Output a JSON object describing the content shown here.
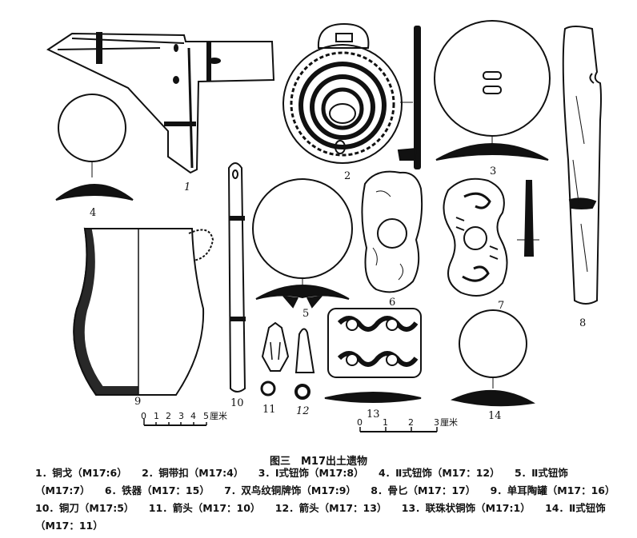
{
  "figure": {
    "title": "图三　M17出土遗物",
    "items": [
      {
        "n": "1",
        "label": "1．铜戈（M17:6）"
      },
      {
        "n": "2",
        "label": "2．铜带扣（M17:4）"
      },
      {
        "n": "3",
        "label": "3．Ⅰ式钮饰（M17:8）"
      },
      {
        "n": "4",
        "label": "4．Ⅱ式钮饰（M17：12）"
      },
      {
        "n": "5",
        "label": "5．Ⅱ式钮饰（M17:7）"
      },
      {
        "n": "6",
        "label": "6．铁器（M17：15）"
      },
      {
        "n": "7",
        "label": "7．双鸟纹铜牌饰（M17:9）"
      },
      {
        "n": "8",
        "label": "8．骨匕（M17：17）"
      },
      {
        "n": "9",
        "label": "9．单耳陶罐（M17：16）"
      },
      {
        "n": "10",
        "label": "10．铜刀（M17:5）"
      },
      {
        "n": "11",
        "label": "11．箭头（M17：10）"
      },
      {
        "n": "12",
        "label": "12．箭头（M17：13）"
      },
      {
        "n": "13",
        "label": "13．联珠状铜饰（M17:1）"
      },
      {
        "n": "14",
        "label": "14．Ⅱ式钮饰（M17：11）"
      }
    ]
  },
  "scales": {
    "left": {
      "ticks": [
        "0",
        "1",
        "2",
        "3",
        "4",
        "5"
      ],
      "unit": "厘米"
    },
    "right": {
      "ticks": [
        "0",
        "1",
        "2",
        "3"
      ],
      "unit": "厘米"
    }
  },
  "numerals": {
    "n1": "1",
    "n2": "2",
    "n3": "3",
    "n4": "4",
    "n5": "5",
    "n6": "6",
    "n7": "7",
    "n8": "8",
    "n9": "9",
    "n10": "10",
    "n11": "11",
    "n12": "12",
    "n13": "13",
    "n14": "14"
  }
}
